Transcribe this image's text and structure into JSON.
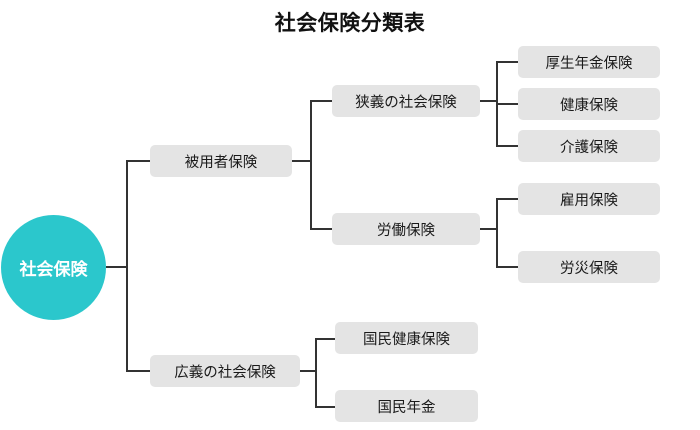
{
  "title": "社会保険分類表",
  "colors": {
    "root_fill": "#2bc7cc",
    "root_text": "#ffffff",
    "node_fill": "#e4e4e4",
    "node_text": "#1a1a1a",
    "connector": "#333333",
    "background": "#ffffff"
  },
  "chart_data": {
    "type": "diagram",
    "title": "社会保険分類表",
    "root": "社会保険",
    "nodes": {
      "root": "社会保険",
      "employee_insurance": "被用者保険",
      "broad_social_insurance": "広義の社会保険",
      "narrow_social_insurance": "狭義の社会保険",
      "labor_insurance": "労働保険",
      "employees_pension": "厚生年金保険",
      "health_insurance": "健康保険",
      "nursing_care_insurance": "介護保険",
      "employment_insurance": "雇用保険",
      "workers_accident_insurance": "労災保険",
      "national_health_insurance": "国民健康保険",
      "national_pension": "国民年金"
    },
    "hierarchy": [
      {
        "label": "社会保険",
        "children": [
          {
            "label": "被用者保険",
            "children": [
              {
                "label": "狭義の社会保険",
                "children": [
                  {
                    "label": "厚生年金保険"
                  },
                  {
                    "label": "健康保険"
                  },
                  {
                    "label": "介護保険"
                  }
                ]
              },
              {
                "label": "労働保険",
                "children": [
                  {
                    "label": "雇用保険"
                  },
                  {
                    "label": "労災保険"
                  }
                ]
              }
            ]
          },
          {
            "label": "広義の社会保険",
            "children": [
              {
                "label": "国民健康保険"
              },
              {
                "label": "国民年金"
              }
            ]
          }
        ]
      }
    ]
  }
}
